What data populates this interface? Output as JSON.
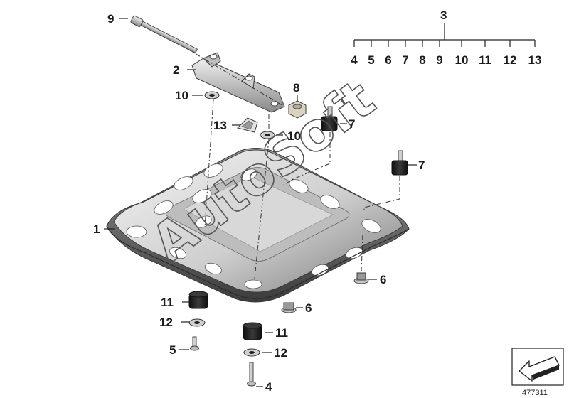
{
  "diagram": {
    "callouts": {
      "c1": "1",
      "c2": "2",
      "c3": "3",
      "c4": "4",
      "c5": "5",
      "c6a": "6",
      "c6b": "6",
      "c7a": "7",
      "c7b": "7",
      "c8": "8",
      "c9": "9",
      "c10a": "10",
      "c10b": "10",
      "c11a": "11",
      "c11b": "11",
      "c12a": "12",
      "c12b": "12",
      "c13": "13"
    },
    "group_3_items": [
      "4",
      "5",
      "6",
      "7",
      "8",
      "9",
      "10",
      "11",
      "12",
      "13"
    ],
    "watermark": "AutoSoft",
    "diagram_number": "477311",
    "colors": {
      "ink": "#1b1b1b",
      "metal_light": "#e6e6e6",
      "metal_dark": "#6b6b6b",
      "rubber": "#1e1e1e"
    }
  }
}
